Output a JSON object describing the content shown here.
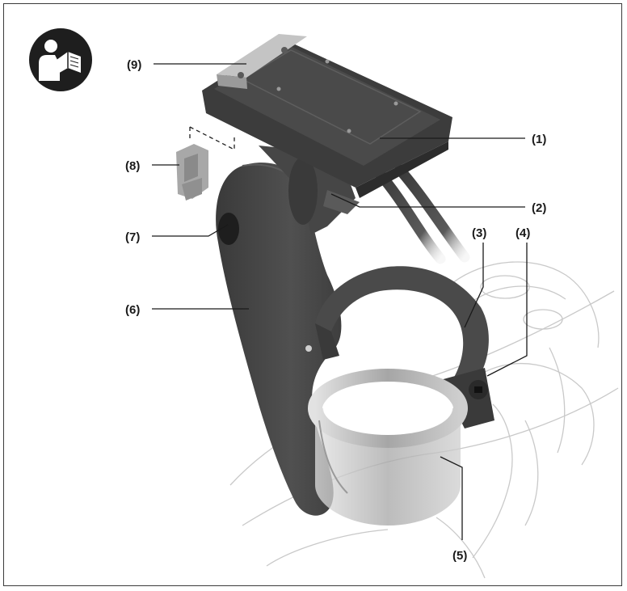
{
  "figure": {
    "icon": "read-manual-icon",
    "callouts": [
      {
        "id": "1",
        "label": "(1)"
      },
      {
        "id": "2",
        "label": "(2)"
      },
      {
        "id": "3",
        "label": "(3)"
      },
      {
        "id": "4",
        "label": "(4)"
      },
      {
        "id": "5",
        "label": "(5)"
      },
      {
        "id": "6",
        "label": "(6)"
      },
      {
        "id": "7",
        "label": "(7)"
      },
      {
        "id": "8",
        "label": "(8)"
      },
      {
        "id": "9",
        "label": "(9)"
      }
    ]
  },
  "colors": {
    "frame": "#3a3a3a",
    "holder_dark": "#3c3c3c",
    "holder_mid": "#4a4a4a",
    "adapter_light": "#9a9a9a",
    "shim": "#bdbdbd",
    "handlebar_sketch": "#c9c9c9"
  }
}
